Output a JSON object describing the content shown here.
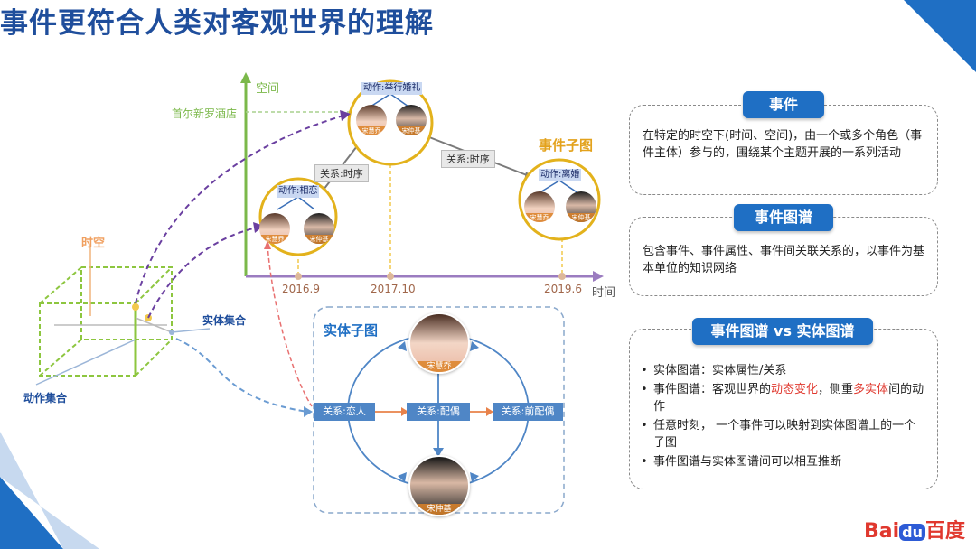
{
  "title": "事件更符合人类对客观世界的理解",
  "axes": {
    "space": "空间",
    "time": "时间",
    "spacetime": "时空",
    "entity_set": "实体集合",
    "action_set": "动作集合"
  },
  "location_label": "首尔新罗酒店",
  "time_ticks": [
    "2016.9",
    "2017.10",
    "2019.6"
  ],
  "events": [
    {
      "action": "动作:相恋",
      "person_a": "宋慧乔",
      "person_b": "宋仲基"
    },
    {
      "action": "动作:举行婚礼",
      "person_a": "宋慧乔",
      "person_b": "宋仲基"
    },
    {
      "action": "动作:离婚",
      "person_a": "宋慧乔",
      "person_b": "宋仲基"
    }
  ],
  "event_relations": [
    "关系:时序",
    "关系:时序"
  ],
  "event_subgraph_label": "事件子图",
  "entity_subgraph": {
    "label": "实体子图",
    "top_person": "宋慧乔",
    "bottom_person": "宋仲基",
    "relations": [
      "关系:恋人",
      "关系:配偶",
      "关系:前配偶"
    ]
  },
  "panels": {
    "event": {
      "head": "事件",
      "text": "在特定的时空下(时间、空间)，由一个或多个角色（事件主体）参与的，围绕某个主题开展的一系列活动"
    },
    "event_graph": {
      "head": "事件图谱",
      "text": "包含事件、事件属性、事件间关联关系的，以事件为基本单位的知识网络"
    },
    "compare": {
      "head": "事件图谱 vs 实体图谱",
      "b1": "实体图谱：实体属性/关系",
      "b2_pre": "事件图谱：客观世界的",
      "b2_red1": "动态变化",
      "b2_mid": "，侧重",
      "b2_red2": "多实体",
      "b2_post": "间的动作",
      "b3": "任意时刻， 一个事件可以映射到实体图谱上的一个子图",
      "b4": "事件图谱与实体图谱间可以相互推断"
    }
  },
  "logo": {
    "part1": "Bai",
    "part2": "du",
    "part3": "百度"
  },
  "colors": {
    "title": "#1f4e9c",
    "accent_blue": "#1f6fc4",
    "gold": "#e3b21c",
    "red": "#e0382e"
  }
}
